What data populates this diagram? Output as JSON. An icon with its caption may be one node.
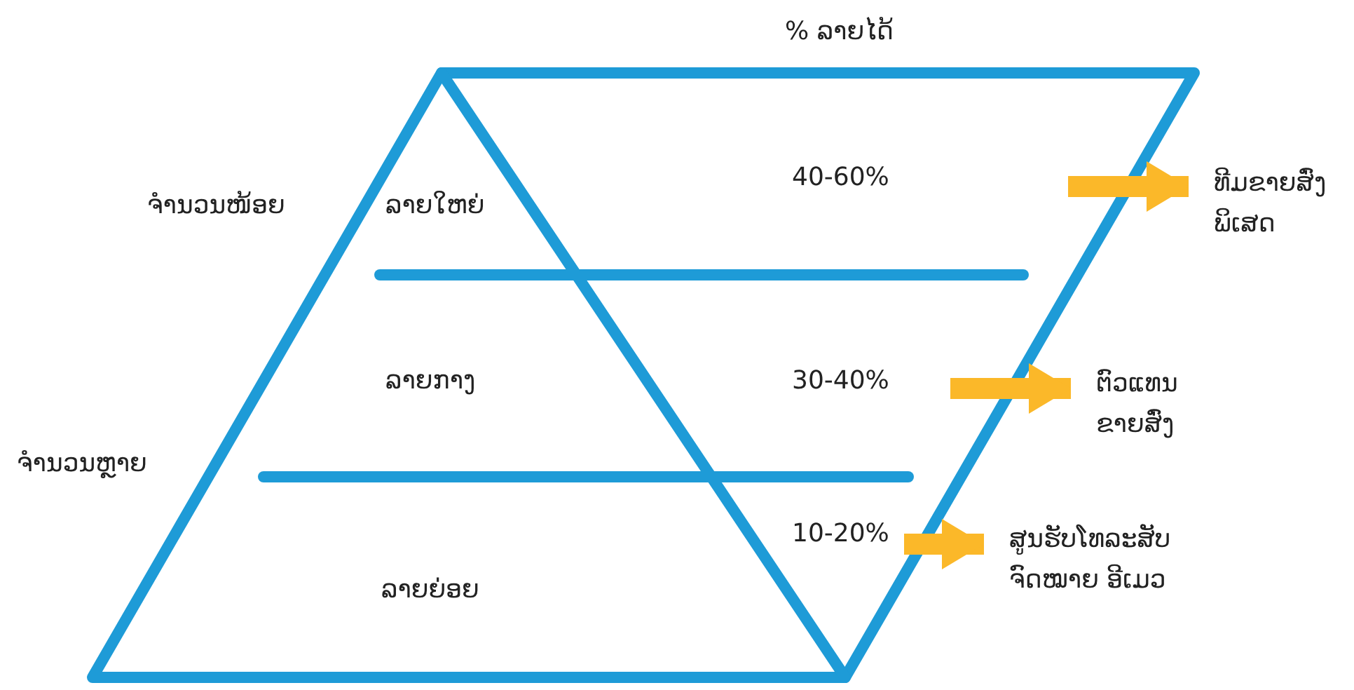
{
  "diagram": {
    "nodes": [
      {
        "text": [
          "ທີມຂາຍສົ່ງພິເສດ"
        ]
      },
      {
        "text": [
          "ຕົວແທນຂາຍສົ່ງ"
        ]
      },
      {
        "text": [
          "ສູນຮັບໂທລະສັບ ຈົດໝາຍ ອີເມວ"
        ]
      }
    ],
    "edges": [
      {
        "from": null,
        "to": 0,
        "arrow": "to"
      },
      {
        "from": null,
        "to": 1,
        "arrow": "to"
      },
      {
        "from": null,
        "to": 2,
        "arrow": "to"
      }
    ],
    "labels": [
      "% ລາຍໄດ້",
      "40-60%",
      "ຈຳນວນໜ້ອຍ",
      "ລາຍໃຫຍ່",
      "ລາຍກາງ",
      "30-40%",
      "ຈຳນວນຫຼາຍ",
      "10-20%",
      "ລາຍຍ່ອຍ"
    ]
  }
}
